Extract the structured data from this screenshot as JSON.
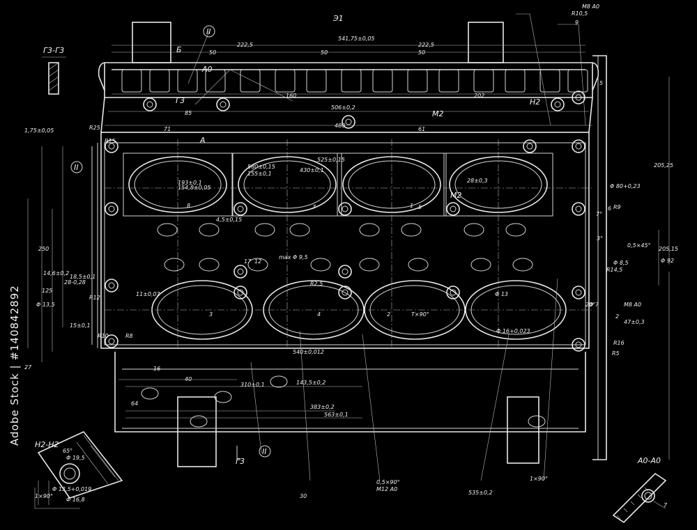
{
  "stock_id": "Adobe Stock | #140842892",
  "watermark": "Adobe Stock",
  "sections": {
    "top_left": "Г3-Г3",
    "bottom_left": "H2-H2",
    "bottom_right": "A0-A0",
    "top_center": "Э1"
  },
  "callouts": [
    "II",
    "II",
    "II",
    "Б",
    "Г3",
    "Г3",
    "M2",
    "M2",
    "H2",
    "A",
    "A0"
  ],
  "dimensions": [
    "541,75±0,05",
    "222,5",
    "222,5",
    "50",
    "50",
    "50",
    "160",
    "202",
    "506±0,2",
    "480",
    "85",
    "71",
    "61",
    "1,75±0,05",
    "R25",
    "R15",
    "525±0,15",
    "580±0,15",
    "430±0,1",
    "155±0,1",
    "193±0,1",
    "154,8±0,05",
    "28±0,3",
    "4,5±0,15",
    "max Φ 9,5",
    "14,6±0,2",
    "18,5±0,1",
    "28-0,28",
    "11±0,07",
    "15±0,1",
    "Φ 13,5",
    "250",
    "125",
    "205,25",
    "205,15",
    "Φ 92",
    "Φ 80+0,23",
    "R9",
    "R8",
    "R10",
    "R12",
    "R14,5",
    "R16",
    "R5",
    "R2,5",
    "20°",
    "7°",
    "3°",
    "Φ 8,5",
    "0,5×45°",
    "M8 A0",
    "2",
    "47±0,3",
    "Φ 7",
    "Φ 13",
    "Φ 16+0,023",
    "1×90°",
    "M12 A0",
    "0,5×90°",
    "535±0,2",
    "540±0,012",
    "383±0,2",
    "563±0,1",
    "143,5±0,2",
    "310±0,1",
    "16",
    "40",
    "30",
    "64",
    "65°",
    "Φ 16,8",
    "Φ 19,5",
    "Φ 13,5+0,019",
    "1×90°",
    "M8 A0",
    "R10,5",
    "9",
    "7",
    "5",
    "6",
    "5",
    "7",
    "8",
    "1",
    "2",
    "3",
    "4",
    "T×90°",
    "27",
    "17",
    "12"
  ]
}
